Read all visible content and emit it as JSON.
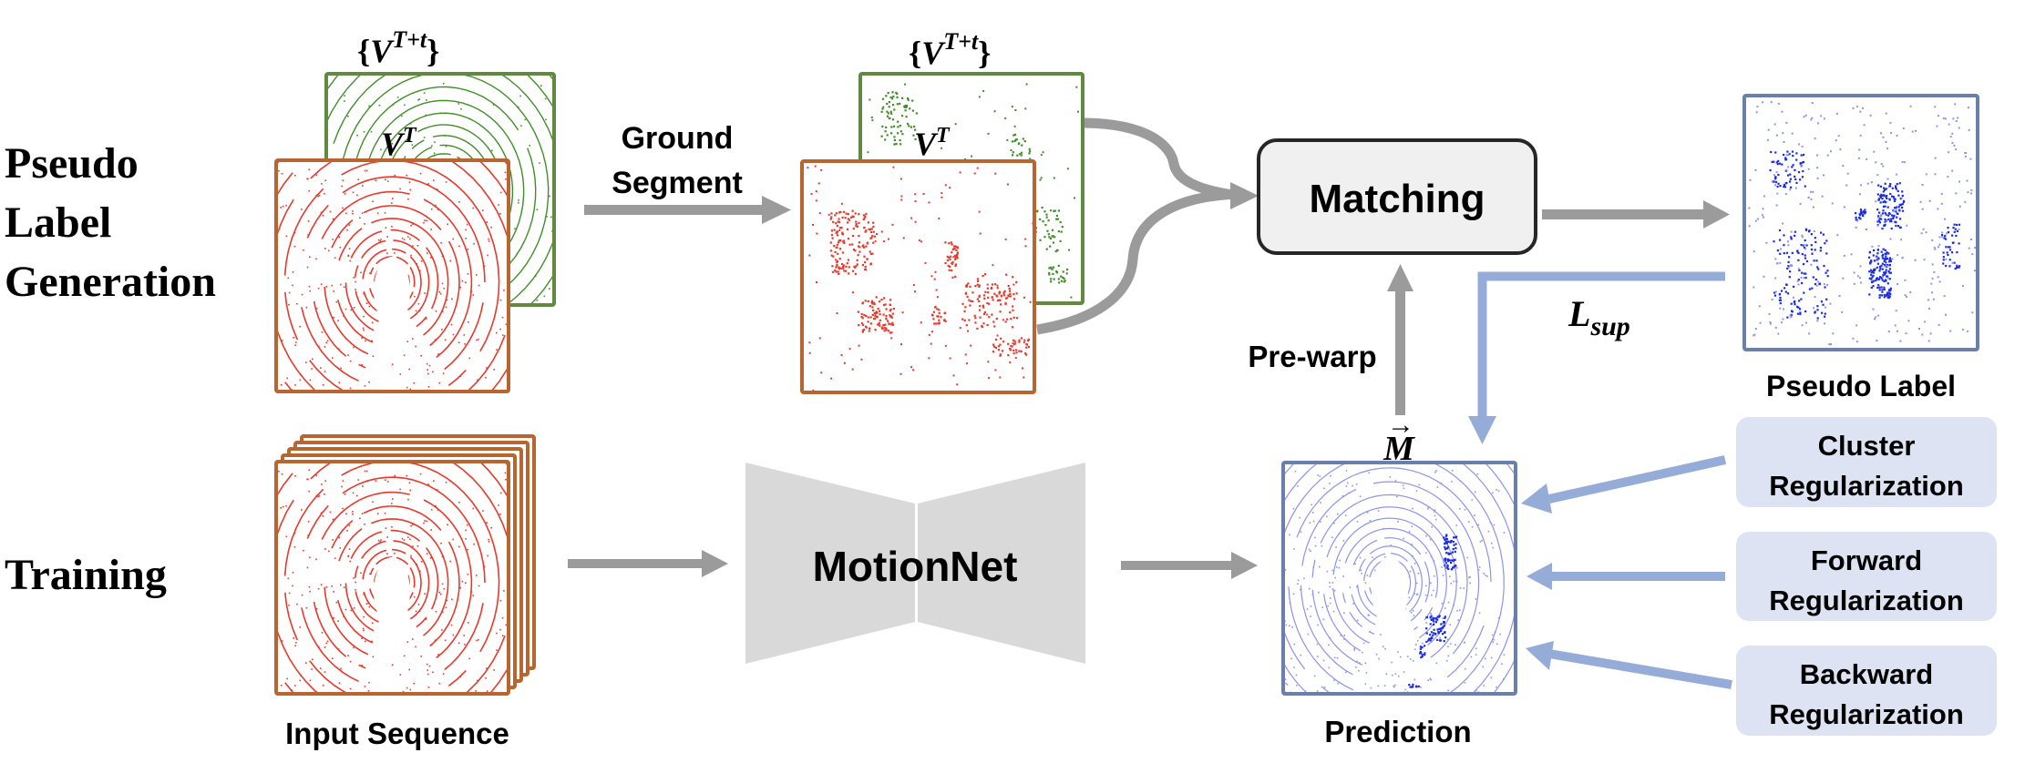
{
  "rows": {
    "pseudo_label_generation": [
      "Pseudo",
      "Label",
      "Generation"
    ],
    "training": "Training"
  },
  "labels": {
    "future_frames": {
      "open": "{",
      "base": "V",
      "sup": "T+t",
      "close": "}"
    },
    "current_frame": {
      "base": "V",
      "sup": "T"
    },
    "ground_segment": [
      "Ground",
      "Segment"
    ],
    "matching": "Matching",
    "pseudo_label": "Pseudo Label",
    "loss": {
      "base": "L",
      "sub": "sup"
    },
    "pre_warp": "Pre-warp",
    "motion_vector": {
      "arrow": "→",
      "base": "M"
    },
    "motionnet": "MotionNet",
    "input_sequence": "Input Sequence",
    "prediction": "Prediction"
  },
  "regularizations": [
    [
      "Cluster",
      "Regularization"
    ],
    [
      "Forward",
      "Regularization"
    ],
    [
      "Backward",
      "Regularization"
    ]
  ],
  "colors": {
    "orange_frame": "#b9652f",
    "green_frame": "#618a3f",
    "red_points": "#e8392c",
    "green_points": "#3f8f28",
    "blue_frame": "#6a80ab",
    "blue_points": "#1a2be8",
    "light_blue_points": "#8c93ee",
    "gray_arrow": "#9b9b9b",
    "blue_arrow": "#95acd8",
    "motionnet_fill": "#d9d9d9",
    "matching_fill": "#f0f0f0",
    "matching_border": "#262626",
    "reg_fill": "#dde3f3"
  },
  "input_sequence_frames": 5
}
